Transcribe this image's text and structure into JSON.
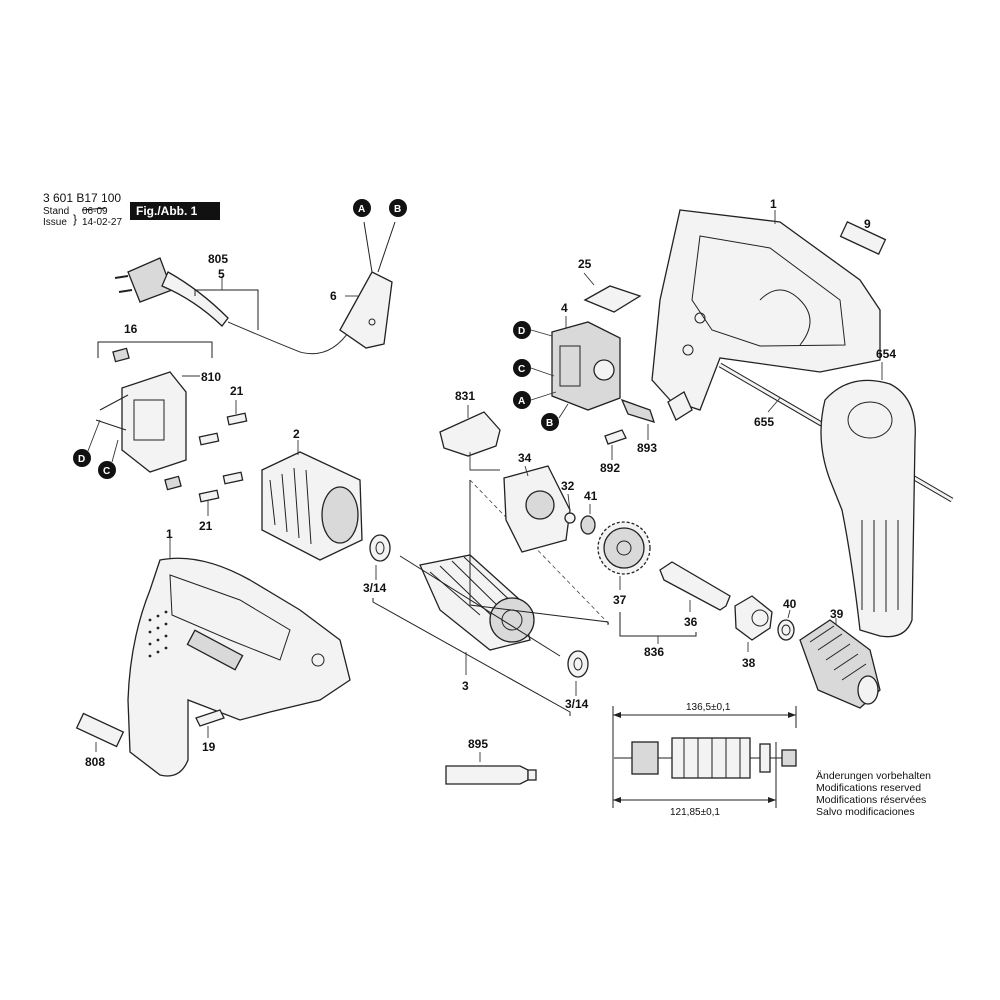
{
  "header": {
    "part_number": "3 601 B17 100",
    "stand_label": "Stand",
    "issue_label": "Issue",
    "stand_date_struck": "06-09",
    "issue_date": "14-02-27",
    "fig_badge": "Fig./Abb. 1"
  },
  "callouts": {
    "c1_top": "1",
    "c9": "9",
    "c25": "25",
    "c4": "4",
    "c805": "805",
    "c5": "5",
    "c6": "6",
    "c16": "16",
    "c810": "810",
    "c21_top": "21",
    "c21_bottom": "21",
    "c2": "2",
    "c654": "654",
    "c655": "655",
    "c831": "831",
    "c892": "892",
    "c893": "893",
    "c34": "34",
    "c32": "32",
    "c41": "41",
    "c314_left": "3/14",
    "c314_right": "3/14",
    "c3": "3",
    "c37": "37",
    "c36": "36",
    "c836": "836",
    "c40": "40",
    "c39": "39",
    "c38": "38",
    "c1_bottom": "1",
    "c19": "19",
    "c808": "808",
    "c895": "895"
  },
  "markers": {
    "a_top": "A",
    "b_top": "B",
    "d_switch": "D",
    "c_switch": "C",
    "a_switch": "A",
    "b_switch": "B",
    "d_brush": "D",
    "c_brush": "C"
  },
  "dimensions": {
    "overall_length": "136,5±0,1",
    "body_length": "121,85±0,1"
  },
  "notes": {
    "line1": "Änderungen vorbehalten",
    "line2": "Modifications reserved",
    "line3": "Modifications réservées",
    "line4": "Salvo modificaciones"
  }
}
